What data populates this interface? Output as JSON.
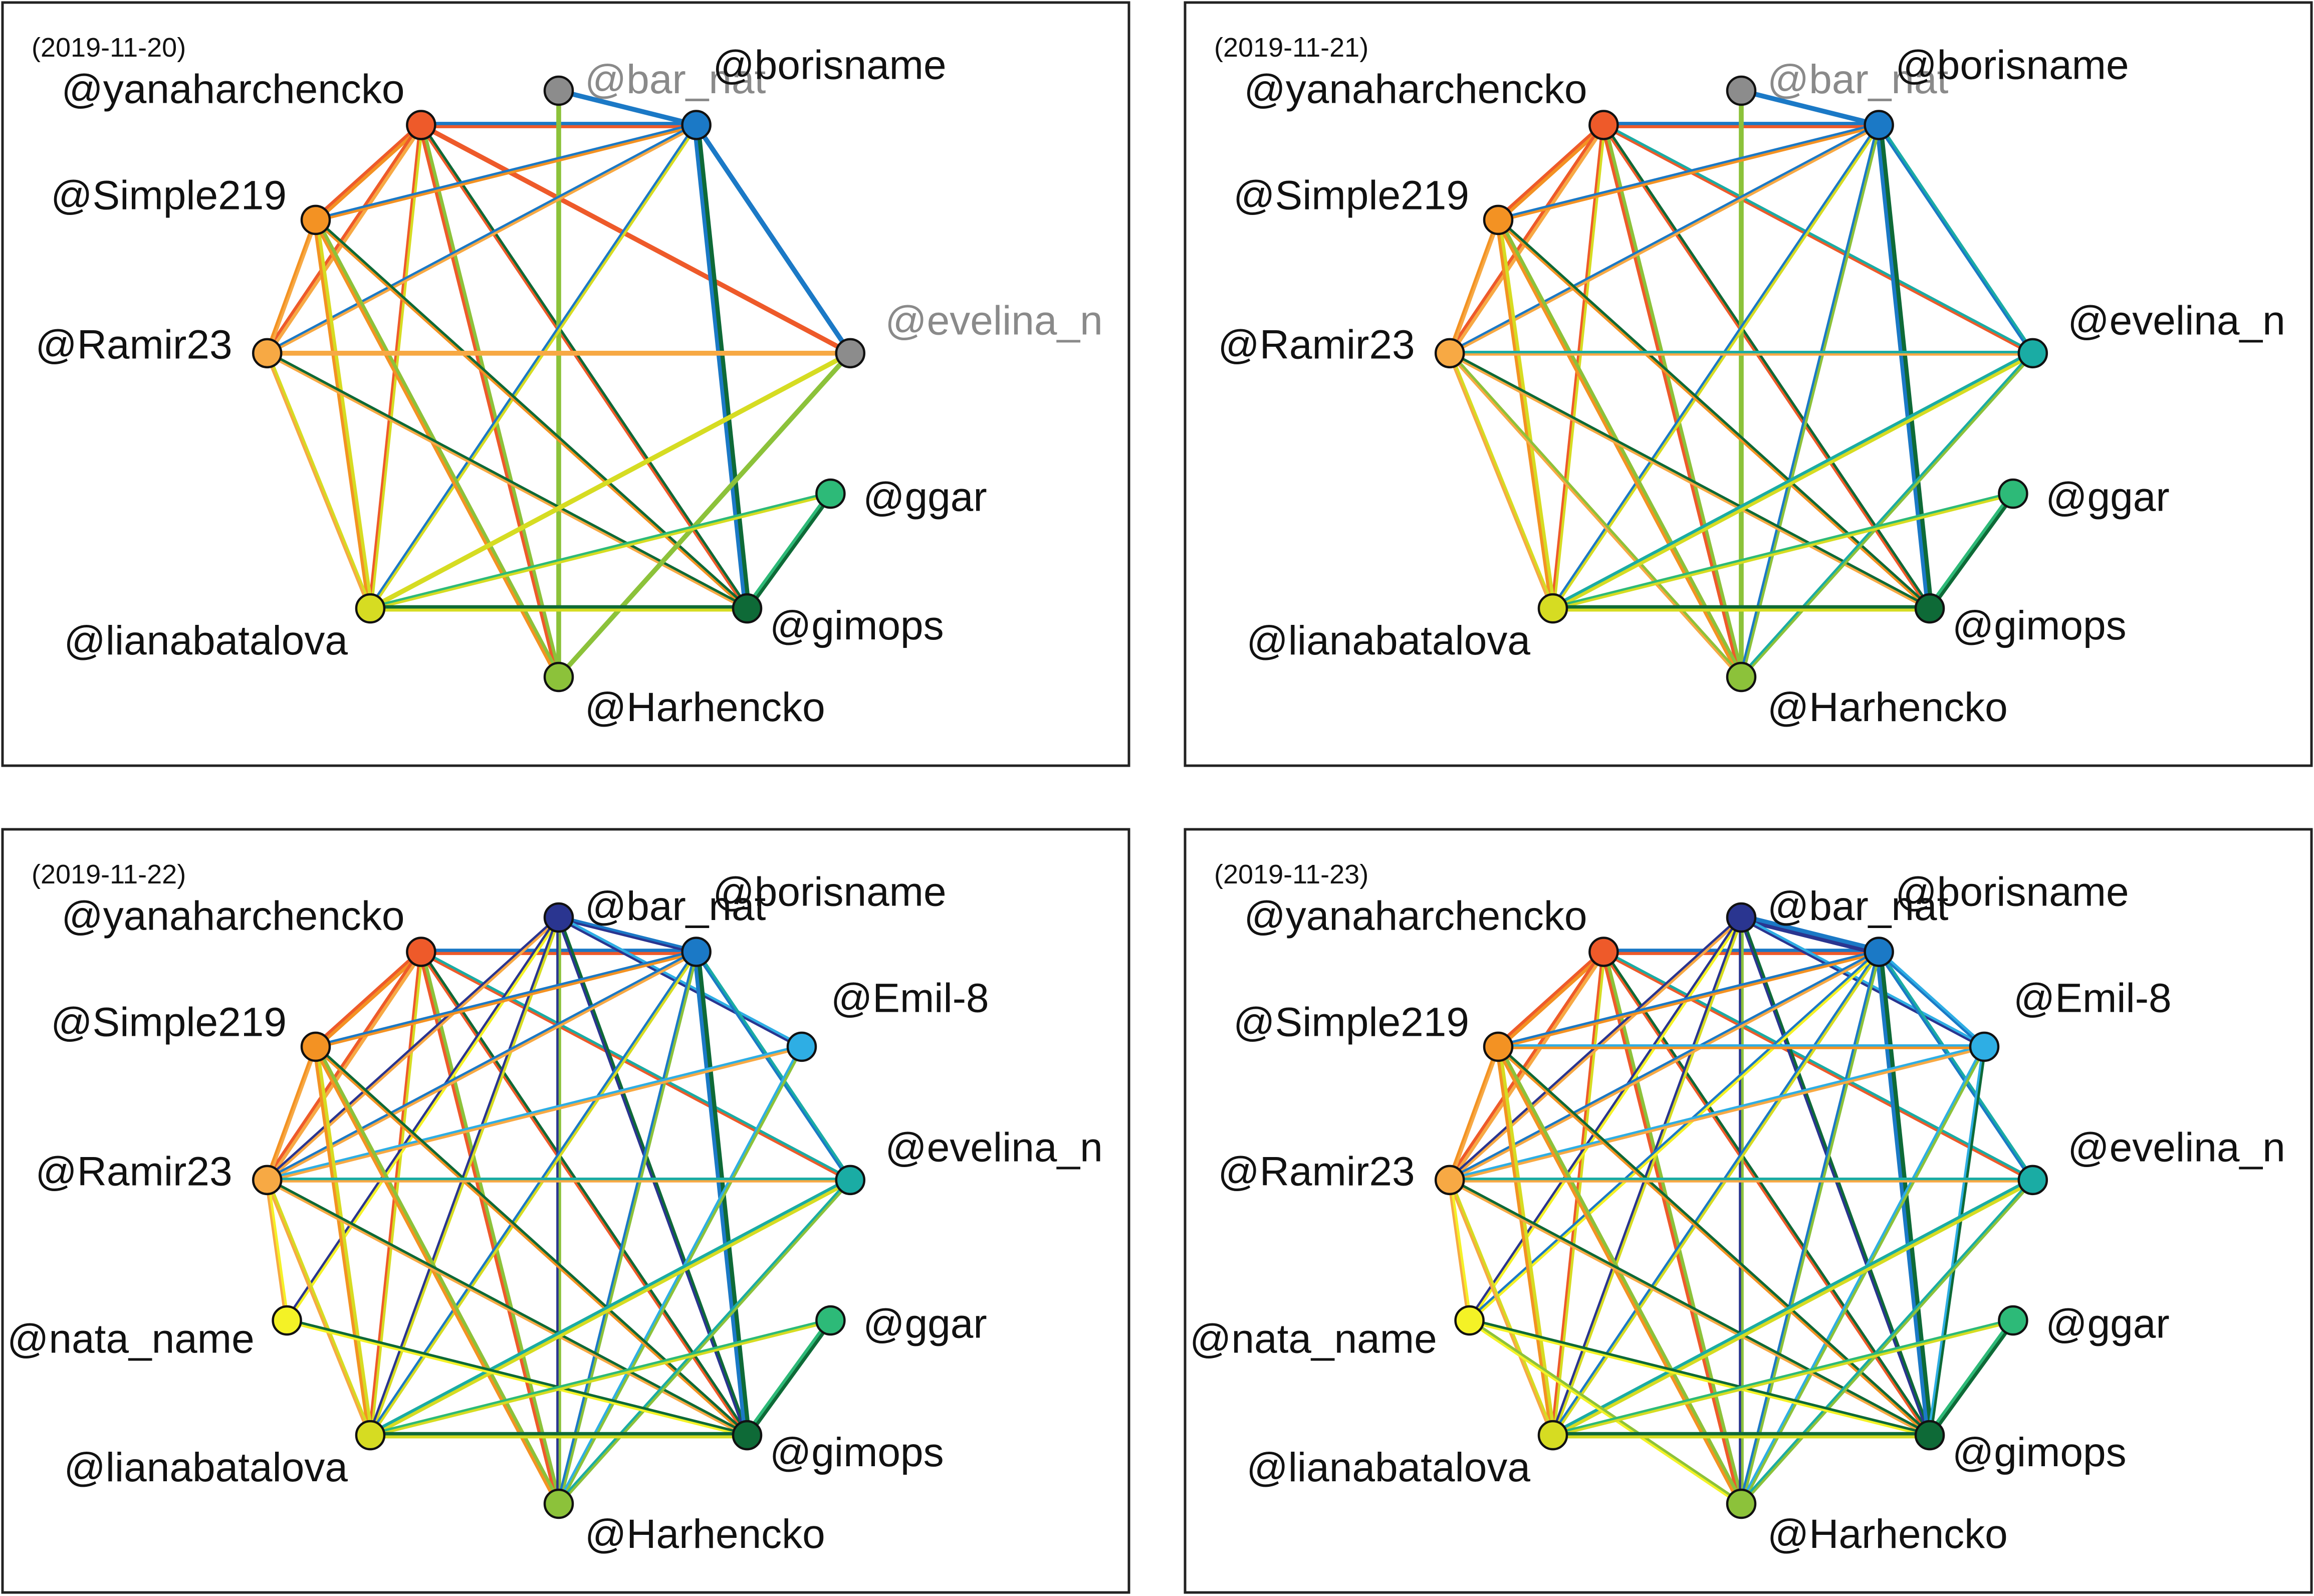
{
  "colors": {
    "inactive": "#8c8c8c",
    "panel_border": "#222222"
  },
  "nodes": [
    {
      "id": "yanaharchencko",
      "label": "@yanaharchencko",
      "color": "#ee5a2a",
      "angle": 118,
      "anchor": "end"
    },
    {
      "id": "bar_nat",
      "label": "@bar_nat",
      "color": "#2a3590",
      "angle": 90,
      "anchor": "start"
    },
    {
      "id": "borisname",
      "label": "@borisname",
      "color": "#1b79c6",
      "angle": 62,
      "anchor": "start"
    },
    {
      "id": "emil8",
      "label": "@Emil-8",
      "color": "#2eaee4",
      "angle": 34,
      "anchor": "start"
    },
    {
      "id": "evelina_n",
      "label": "@evelina_n",
      "color": "#1aaca4",
      "angle": 6,
      "anchor": "start"
    },
    {
      "id": "ggar",
      "label": "@ggar",
      "color": "#2dba78",
      "angle": -22,
      "anchor": "start"
    },
    {
      "id": "gimops",
      "label": "@gimops",
      "color": "#0e6a37",
      "angle": -50,
      "anchor": "start"
    },
    {
      "id": "harhencko",
      "label": "@Harhencko",
      "color": "#8cc23a",
      "angle": -90,
      "anchor": "start"
    },
    {
      "id": "lianabatalova",
      "label": "@lianabatalova",
      "color": "#d6dc22",
      "angle": -130,
      "anchor": "end"
    },
    {
      "id": "nata_name",
      "label": "@nata_name",
      "color": "#f4f226",
      "angle": -158,
      "anchor": "end"
    },
    {
      "id": "ramir23",
      "label": "@Ramir23",
      "color": "#f7a944",
      "angle": 174,
      "anchor": "end"
    },
    {
      "id": "simple219",
      "label": "@Simple219",
      "color": "#f39223",
      "angle": 146,
      "anchor": "end"
    }
  ],
  "panels": [
    {
      "date": "(2019-11-20)",
      "visible_nodes": [
        "yanaharchencko",
        "bar_nat",
        "borisname",
        "evelina_n",
        "ggar",
        "gimops",
        "harhencko",
        "lianabatalova",
        "ramir23",
        "simple219"
      ],
      "inactive_nodes": [
        "bar_nat",
        "evelina_n"
      ],
      "edges": [
        [
          "yanaharchencko",
          "borisname",
          3
        ],
        [
          "yanaharchencko",
          "simple219",
          3
        ],
        [
          "yanaharchencko",
          "ramir23",
          3
        ],
        [
          "yanaharchencko",
          "lianabatalova",
          2
        ],
        [
          "yanaharchencko",
          "harhencko",
          3
        ],
        [
          "yanaharchencko",
          "gimops",
          2
        ],
        [
          "yanaharchencko",
          "evelina_n",
          2
        ],
        [
          "bar_nat",
          "borisname",
          2
        ],
        [
          "bar_nat",
          "harhencko",
          2
        ],
        [
          "borisname",
          "simple219",
          2
        ],
        [
          "borisname",
          "ramir23",
          2
        ],
        [
          "borisname",
          "gimops",
          4
        ],
        [
          "borisname",
          "lianabatalova",
          2
        ],
        [
          "borisname",
          "evelina_n",
          2
        ],
        [
          "simple219",
          "ramir23",
          2
        ],
        [
          "simple219",
          "lianabatalova",
          3
        ],
        [
          "simple219",
          "harhencko",
          3
        ],
        [
          "simple219",
          "gimops",
          2
        ],
        [
          "ramir23",
          "evelina_n",
          2
        ],
        [
          "ramir23",
          "lianabatalova",
          2
        ],
        [
          "ramir23",
          "gimops",
          2
        ],
        [
          "evelina_n",
          "lianabatalova",
          2
        ],
        [
          "evelina_n",
          "harhencko",
          2
        ],
        [
          "ggar",
          "lianabatalova",
          2
        ],
        [
          "ggar",
          "gimops",
          3
        ],
        [
          "lianabatalova",
          "gimops",
          3
        ]
      ]
    },
    {
      "date": "(2019-11-21)",
      "visible_nodes": [
        "yanaharchencko",
        "bar_nat",
        "borisname",
        "evelina_n",
        "ggar",
        "gimops",
        "harhencko",
        "lianabatalova",
        "ramir23",
        "simple219"
      ],
      "inactive_nodes": [
        "bar_nat"
      ],
      "edges": [
        [
          "yanaharchencko",
          "borisname",
          3
        ],
        [
          "yanaharchencko",
          "simple219",
          3
        ],
        [
          "yanaharchencko",
          "ramir23",
          3
        ],
        [
          "yanaharchencko",
          "lianabatalova",
          2
        ],
        [
          "yanaharchencko",
          "harhencko",
          3
        ],
        [
          "yanaharchencko",
          "gimops",
          2
        ],
        [
          "yanaharchencko",
          "evelina_n",
          2
        ],
        [
          "bar_nat",
          "borisname",
          2
        ],
        [
          "bar_nat",
          "harhencko",
          2
        ],
        [
          "borisname",
          "simple219",
          2
        ],
        [
          "borisname",
          "ramir23",
          2
        ],
        [
          "borisname",
          "gimops",
          4
        ],
        [
          "borisname",
          "lianabatalova",
          2
        ],
        [
          "borisname",
          "evelina_n",
          2
        ],
        [
          "borisname",
          "harhencko",
          2
        ],
        [
          "simple219",
          "ramir23",
          2
        ],
        [
          "simple219",
          "lianabatalova",
          3
        ],
        [
          "simple219",
          "harhencko",
          3
        ],
        [
          "simple219",
          "gimops",
          2
        ],
        [
          "ramir23",
          "evelina_n",
          2
        ],
        [
          "ramir23",
          "lianabatalova",
          2
        ],
        [
          "ramir23",
          "gimops",
          2
        ],
        [
          "ramir23",
          "harhencko",
          2
        ],
        [
          "evelina_n",
          "lianabatalova",
          3
        ],
        [
          "evelina_n",
          "harhencko",
          2
        ],
        [
          "ggar",
          "lianabatalova",
          2
        ],
        [
          "ggar",
          "gimops",
          3
        ],
        [
          "lianabatalova",
          "gimops",
          3
        ]
      ]
    },
    {
      "date": "(2019-11-22)",
      "visible_nodes": [
        "yanaharchencko",
        "bar_nat",
        "borisname",
        "emil8",
        "evelina_n",
        "ggar",
        "gimops",
        "harhencko",
        "lianabatalova",
        "nata_name",
        "ramir23",
        "simple219"
      ],
      "inactive_nodes": [],
      "edges": [
        [
          "yanaharchencko",
          "borisname",
          3
        ],
        [
          "yanaharchencko",
          "simple219",
          3
        ],
        [
          "yanaharchencko",
          "ramir23",
          3
        ],
        [
          "yanaharchencko",
          "lianabatalova",
          2
        ],
        [
          "yanaharchencko",
          "harhencko",
          3
        ],
        [
          "yanaharchencko",
          "gimops",
          2
        ],
        [
          "yanaharchencko",
          "evelina_n",
          2
        ],
        [
          "bar_nat",
          "borisname",
          2
        ],
        [
          "bar_nat",
          "emil8",
          2
        ],
        [
          "bar_nat",
          "harhencko",
          2
        ],
        [
          "bar_nat",
          "gimops",
          2
        ],
        [
          "bar_nat",
          "ramir23",
          2
        ],
        [
          "bar_nat",
          "nata_name",
          2
        ],
        [
          "bar_nat",
          "lianabatalova",
          2
        ],
        [
          "borisname",
          "simple219",
          2
        ],
        [
          "borisname",
          "ramir23",
          2
        ],
        [
          "borisname",
          "gimops",
          4
        ],
        [
          "borisname",
          "lianabatalova",
          2
        ],
        [
          "borisname",
          "evelina_n",
          2
        ],
        [
          "borisname",
          "harhencko",
          2
        ],
        [
          "emil8",
          "ramir23",
          2
        ],
        [
          "emil8",
          "harhencko",
          2
        ],
        [
          "simple219",
          "ramir23",
          2
        ],
        [
          "simple219",
          "lianabatalova",
          3
        ],
        [
          "simple219",
          "harhencko",
          3
        ],
        [
          "simple219",
          "gimops",
          2
        ],
        [
          "ramir23",
          "evelina_n",
          2
        ],
        [
          "ramir23",
          "lianabatalova",
          2
        ],
        [
          "ramir23",
          "gimops",
          2
        ],
        [
          "ramir23",
          "nata_name",
          2
        ],
        [
          "evelina_n",
          "lianabatalova",
          3
        ],
        [
          "evelina_n",
          "harhencko",
          2
        ],
        [
          "nata_name",
          "gimops",
          2
        ],
        [
          "ggar",
          "lianabatalova",
          2
        ],
        [
          "ggar",
          "gimops",
          3
        ],
        [
          "lianabatalova",
          "gimops",
          3
        ]
      ]
    },
    {
      "date": "(2019-11-23)",
      "visible_nodes": [
        "yanaharchencko",
        "bar_nat",
        "borisname",
        "emil8",
        "evelina_n",
        "ggar",
        "gimops",
        "harhencko",
        "lianabatalova",
        "nata_name",
        "ramir23",
        "simple219"
      ],
      "inactive_nodes": [],
      "edges": [
        [
          "yanaharchencko",
          "borisname",
          3
        ],
        [
          "yanaharchencko",
          "simple219",
          3
        ],
        [
          "yanaharchencko",
          "ramir23",
          3
        ],
        [
          "yanaharchencko",
          "lianabatalova",
          2
        ],
        [
          "yanaharchencko",
          "harhencko",
          3
        ],
        [
          "yanaharchencko",
          "gimops",
          2
        ],
        [
          "yanaharchencko",
          "evelina_n",
          2
        ],
        [
          "bar_nat",
          "borisname",
          4
        ],
        [
          "bar_nat",
          "emil8",
          2
        ],
        [
          "bar_nat",
          "harhencko",
          2
        ],
        [
          "bar_nat",
          "gimops",
          2
        ],
        [
          "bar_nat",
          "ramir23",
          2
        ],
        [
          "bar_nat",
          "nata_name",
          2
        ],
        [
          "bar_nat",
          "lianabatalova",
          2
        ],
        [
          "borisname",
          "simple219",
          2
        ],
        [
          "borisname",
          "ramir23",
          2
        ],
        [
          "borisname",
          "gimops",
          4
        ],
        [
          "borisname",
          "lianabatalova",
          2
        ],
        [
          "borisname",
          "evelina_n",
          2
        ],
        [
          "borisname",
          "harhencko",
          2
        ],
        [
          "borisname",
          "emil8",
          2
        ],
        [
          "borisname",
          "nata_name",
          2
        ],
        [
          "emil8",
          "ramir23",
          2
        ],
        [
          "emil8",
          "harhencko",
          2
        ],
        [
          "emil8",
          "simple219",
          2
        ],
        [
          "emil8",
          "gimops",
          2
        ],
        [
          "simple219",
          "ramir23",
          2
        ],
        [
          "simple219",
          "lianabatalova",
          3
        ],
        [
          "simple219",
          "harhencko",
          3
        ],
        [
          "simple219",
          "gimops",
          2
        ],
        [
          "ramir23",
          "evelina_n",
          2
        ],
        [
          "ramir23",
          "lianabatalova",
          2
        ],
        [
          "ramir23",
          "gimops",
          2
        ],
        [
          "ramir23",
          "nata_name",
          2
        ],
        [
          "evelina_n",
          "lianabatalova",
          3
        ],
        [
          "evelina_n",
          "harhencko",
          2
        ],
        [
          "nata_name",
          "gimops",
          2
        ],
        [
          "nata_name",
          "harhencko",
          2
        ],
        [
          "ggar",
          "lianabatalova",
          2
        ],
        [
          "ggar",
          "gimops",
          3
        ],
        [
          "lianabatalova",
          "gimops",
          3
        ]
      ]
    }
  ]
}
